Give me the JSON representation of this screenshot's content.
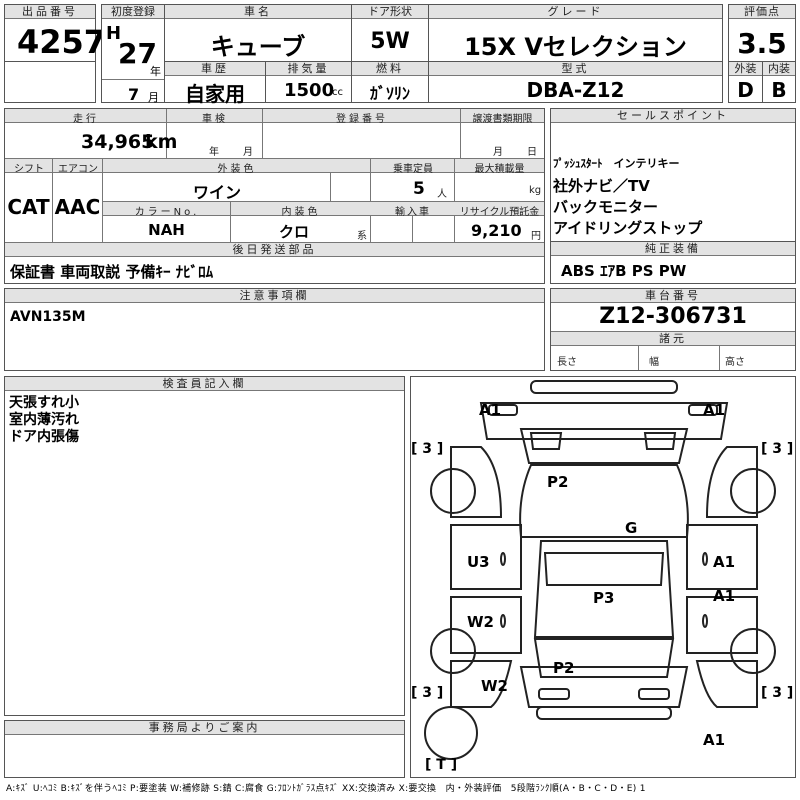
{
  "header": {
    "lot_no_label": "出品番号",
    "lot_no": "4257",
    "first_reg_label": "初度登録",
    "era": "H",
    "year": "27",
    "year_unit": "年",
    "month": "7",
    "month_unit": "月",
    "car_name_label": "車名",
    "car_name": "キューブ",
    "door_label": "ドア形状",
    "door": "5W",
    "grade_label": "グレード",
    "grade": "15X Vセレクション",
    "score_label": "評価点",
    "score": "3.5",
    "history_label": "車歴",
    "history": "自家用",
    "displacement_label": "排気量",
    "displacement": "1500",
    "displacement_unit": "cc",
    "fuel_label": "燃料",
    "fuel": "ｶﾞｿﾘﾝ",
    "model_label": "型式",
    "model": "DBA-Z12",
    "ext_score_label": "外装",
    "ext_score": "D",
    "int_score_label": "内装",
    "int_score": "B"
  },
  "info": {
    "mileage_label": "走行",
    "mileage": "34,965",
    "mileage_unit": "km",
    "inspection_label": "車検",
    "insp_year_unit": "年",
    "insp_month_unit": "月",
    "reg_no_label": "登録番号",
    "transfer_label": "譲渡書類期限",
    "transfer_month_unit": "月",
    "transfer_day_unit": "日",
    "shift_label": "シフト",
    "shift": "CAT",
    "ac_label": "エアコン",
    "ac": "AAC",
    "ext_color_label": "外装色",
    "ext_color": "ワイン",
    "capacity_label": "乗車定員",
    "capacity": "5",
    "capacity_unit": "人",
    "load_label": "最大積載量",
    "load_unit": "kg",
    "color_no_label": "カラーNo.",
    "color_no": "NAH",
    "int_color_label": "内装色",
    "int_color": "クロ",
    "int_color_suffix": "系",
    "import_label": "輸入車",
    "recycle_label": "リサイクル預託金",
    "recycle": "9,210",
    "recycle_unit": "円",
    "later_label": "後日発送部品",
    "later": "保証書 車両取説 予備ｷｰ ﾅﾋﾞﾛﾑ"
  },
  "sales": {
    "label": "セールスポイント",
    "points": [
      "ﾌﾟｯｼｭｽﾀｰﾄ　インテリキー",
      "社外ナビ／TV",
      "バックモニター",
      "アイドリングストップ"
    ]
  },
  "equipment": {
    "label": "純正装備",
    "value": "ABS ｴｱB PS PW"
  },
  "notes": {
    "label": "注意事項欄",
    "value": "AVN135M"
  },
  "chassis": {
    "label": "車台番号",
    "value": "Z12-306731",
    "spec_label": "諸元",
    "length_label": "長さ",
    "width_label": "幅",
    "height_label": "高さ"
  },
  "inspector": {
    "label": "検査員記入欄",
    "lines": [
      "天張すれ小",
      "室内薄汚れ",
      "ドア内張傷"
    ]
  },
  "office": {
    "label": "事務局よりご案内"
  },
  "diagram": {
    "marks": [
      "A1",
      "A1",
      "P2",
      "G",
      "U3",
      "A1",
      "A1",
      "W2",
      "P3",
      "P2",
      "W2",
      "A1"
    ],
    "tire_labels": [
      "[ 3 ]",
      "[ 3 ]",
      "[ 3 ]",
      "[ 3 ]",
      "[ T ]"
    ]
  },
  "legend": "A:ｷｽﾞ U:ﾍｺﾐ B:ｷｽﾞを伴うﾍｺﾐ P:要塗装 W:補修跡 S:錆 C:腐食 G:ﾌﾛﾝﾄｶﾞﾗｽ点ｷｽﾞ XX:交換済み X:要交換　内・外装評価　5段階ﾗﾝｸ順(A・B・C・D・E) 1"
}
